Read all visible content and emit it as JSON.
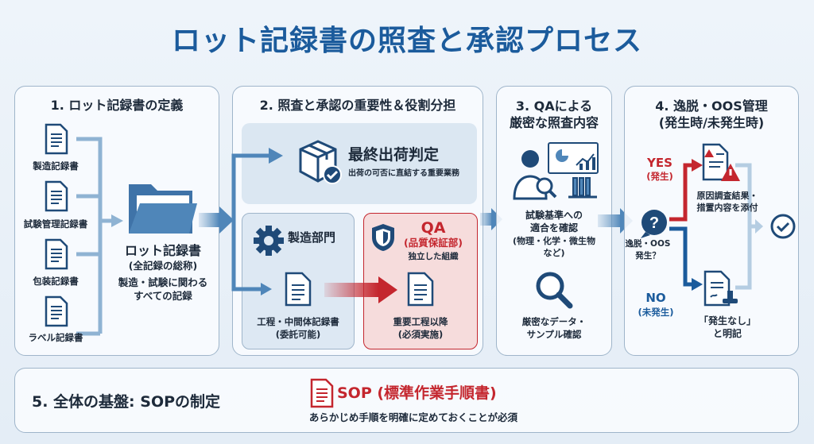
{
  "title": "ロット記録書の照査と承認プロセス",
  "s1": {
    "heading": "1. ロット記録書の定義",
    "docs": [
      "製造記録書",
      "試験管理記録書",
      "包装記録書",
      "ラベル記録書"
    ],
    "main": "ロット記録書",
    "main_sub": "(全記録の総称)",
    "desc1": "製造・試験に関わる",
    "desc2": "すべての記録"
  },
  "s2": {
    "heading": "2. 照査と承認の重要性＆役割分担",
    "final_title": "最終出荷判定",
    "final_sub": "出荷の可否に直結する重要業務",
    "mfg_title": "製造部門",
    "mfg_doc1": "工程・中間体記録書",
    "mfg_doc2": "(委託可能)",
    "qa_title": "QA",
    "qa_sub": "(品質保証部)",
    "qa_org": "独立した組織",
    "qa_doc1": "重要工程以降",
    "qa_doc2": "(必須実施)"
  },
  "s3": {
    "heading1": "3. QAによる",
    "heading2": "厳密な照査内容",
    "check": [
      "試験基準への",
      "適合を確認",
      "(物理・化学・微生物",
      "など)"
    ],
    "data1": "厳密なデータ・",
    "data2": "サンプル確認"
  },
  "s4": {
    "heading1": "4. 逸脱・OOS管理",
    "heading2": "(発生時/未発生時)",
    "question1": "逸脱・OOS",
    "question2": "発生？",
    "yes": "YES",
    "yes_sub": "(発生)",
    "no": "NO",
    "no_sub": "(未発生)",
    "yes_result1": "原因調査結果・",
    "yes_result2": "措置内容を添付",
    "no_result1": "「発生なし」",
    "no_result2": "と明記"
  },
  "s5": {
    "heading": "5. 全体の基盤: SOPの制定",
    "sop": "SOP (標準作業手順書)",
    "desc": "あらかじめ手順を明確に定めておくことが必須"
  },
  "colors": {
    "blue": "#1b5b9c",
    "navy": "#1f4a78",
    "red": "#c4262e",
    "arrow": "#6f9cc4"
  }
}
